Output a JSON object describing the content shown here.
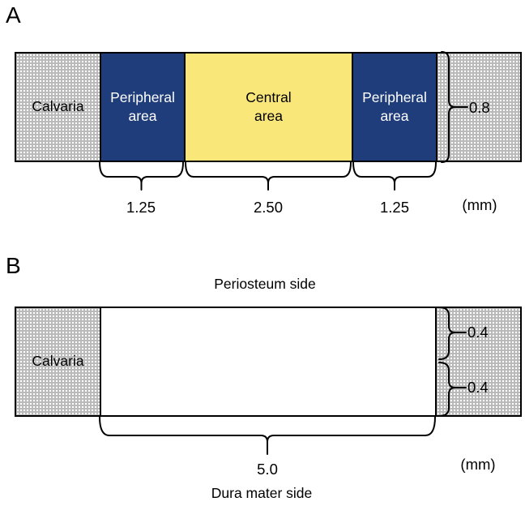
{
  "figure": {
    "panel_a": {
      "label": "A",
      "calvaria_label": "Calvaria",
      "peripheral_area_left": "Peripheral area",
      "central_area": "Central area",
      "peripheral_area_right": "Peripheral area",
      "dim_peripheral_left_mm": "1.25",
      "dim_central_mm": "2.50",
      "dim_peripheral_right_mm": "1.25",
      "dim_thickness_mm": "0.8",
      "unit_label": "(mm)"
    },
    "panel_b": {
      "label": "B",
      "top_side_label": "Periosteum side",
      "bottom_side_label": "Dura mater side",
      "calvaria_label": "Calvaria",
      "dim_defect_width_mm": "5.0",
      "dim_top_layer_mm": "0.4",
      "dim_bottom_layer_mm": "0.4",
      "unit_label": "(mm)"
    },
    "colors": {
      "peripheral_blue": "#1f3d7a",
      "central_yellow": "#fae77a",
      "top_layer_orange": "#fcb305",
      "bottom_layer_black": "#000000",
      "calvaria_gray": "#b8b8b8",
      "calvaria_dot_white": "#ffffff",
      "outline_black": "#000000"
    }
  }
}
